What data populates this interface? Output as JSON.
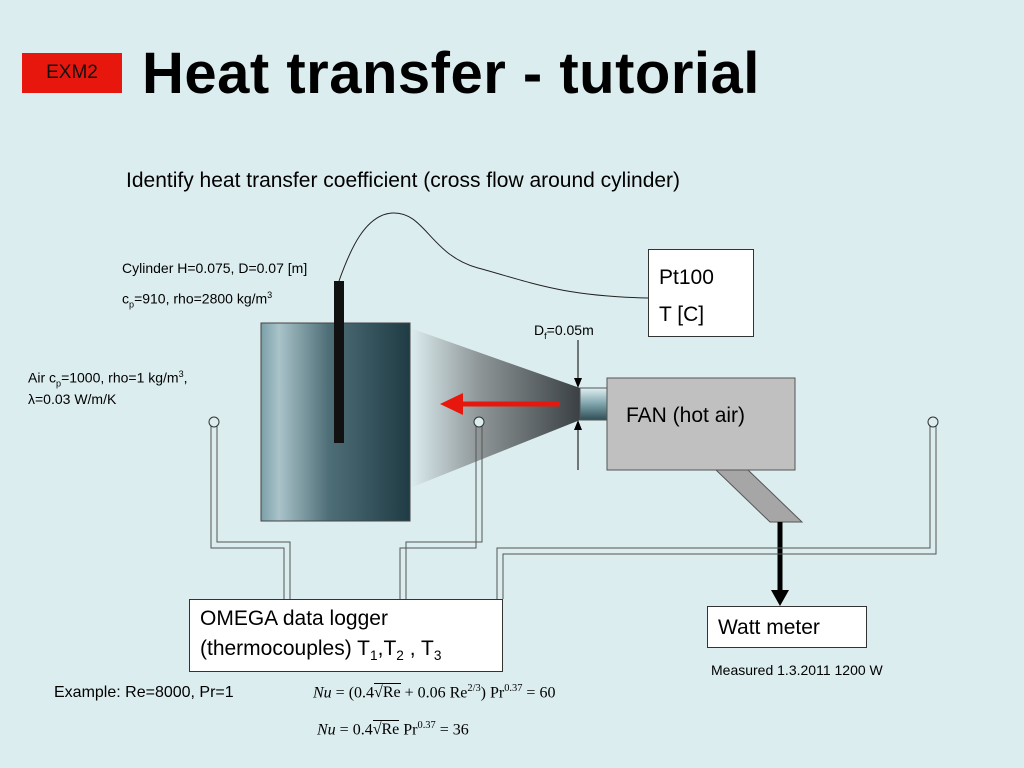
{
  "header": {
    "badge": "EXM2",
    "title": "Heat transfer - tutorial"
  },
  "task": "Identify heat transfer coefficient (cross flow around cylinder)",
  "cylinder": {
    "dims": "Cylinder H=0.075, D=0.07 [m]",
    "cp_prefix": "c",
    "cp_sub": "p",
    "cp_rest": "=910, rho=2800 kg/m",
    "cp_sup": "3"
  },
  "air": {
    "prefix": "Air c",
    "sub": "p",
    "rest": "=1000, rho=1 kg/m",
    "sup": "3",
    "comma": ",",
    "lambda": "λ=0.03 W/m/K"
  },
  "pt100": {
    "line1": "Pt100",
    "line2": "T [C]"
  },
  "fan": {
    "label": "FAN (hot air)",
    "diam_prefix": "D",
    "diam_sub": "f",
    "diam_rest": "=0.05m"
  },
  "logger": {
    "line1": "OMEGA data logger",
    "line2_prefix": "(thermocouples) T",
    "t1_sub": "1",
    "sep1": ",T",
    "t2_sub": "2",
    "sep2": " , T",
    "t3_sub": "3"
  },
  "watt_meter": {
    "label": "Watt meter",
    "measured": "Measured 1.3.2011  1200 W"
  },
  "example": {
    "label": "Example: Re=8000, Pr=1",
    "eq1": {
      "nu": "Nu",
      "lhs": " = (0.4",
      "re": "Re",
      "plus": " + 0.06 Re",
      "exp1": "2/3",
      "close": ") Pr",
      "exp2": "0.37",
      "result": " = 60"
    },
    "eq2": {
      "nu": "Nu",
      "lhs": " = 0.4",
      "re": "Re",
      "pr": " Pr",
      "exp": "0.37",
      "result": " = 36"
    }
  },
  "colors": {
    "background": "#dcedf0",
    "badge": "#e8170d",
    "arrow": "#e8170d",
    "fan_body": "#c0c0c0"
  }
}
